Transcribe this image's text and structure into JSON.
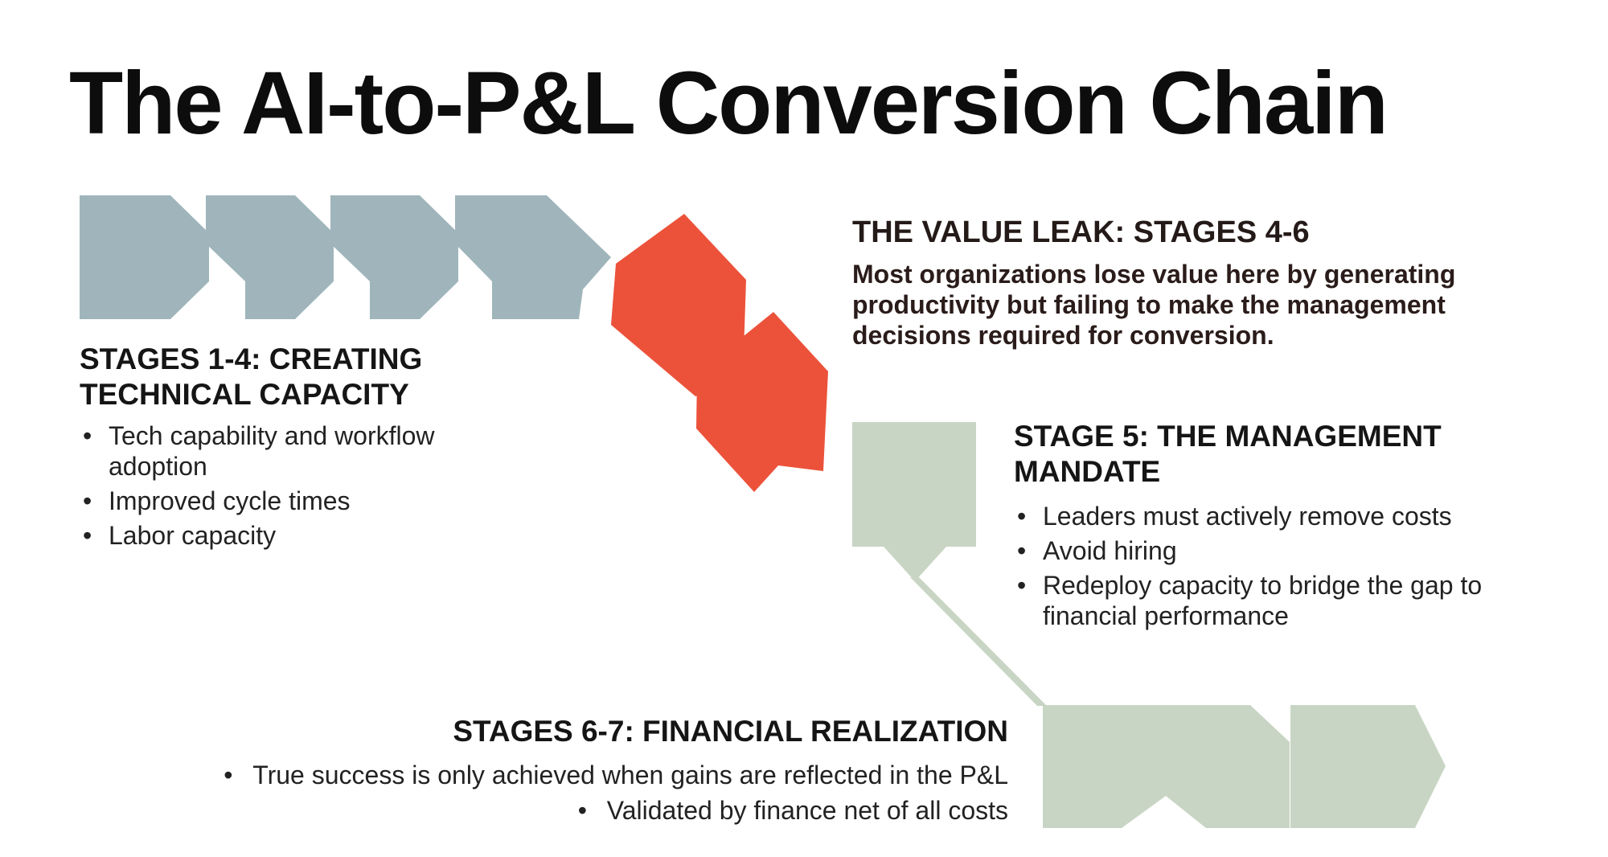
{
  "title": "The AI-to-P&L Conversion Chain",
  "colors": {
    "capacity_shapes": "#9fb5bb",
    "value_leak_shapes": "#ec523a",
    "management_shapes": "#c9d5c4",
    "text": "#111111"
  },
  "stages_1_4": {
    "heading": "STAGES 1-4: CREATING TECHNICAL CAPACITY",
    "bullets": [
      "Tech capability and workflow adoption",
      "Improved cycle times",
      "Labor capacity"
    ]
  },
  "value_leak": {
    "heading": "THE VALUE LEAK: STAGES 4-6",
    "body": "Most organizations lose value here by generating productivity but failing to make the management decisions required for conversion."
  },
  "stage_5": {
    "heading": "STAGE 5: THE MANAGEMENT MANDATE",
    "bullets": [
      "Leaders must actively remove costs",
      "Avoid hiring",
      "Redeploy capacity to bridge the gap to financial performance"
    ]
  },
  "stages_6_7": {
    "heading": "STAGES 6-7: FINANCIAL REALIZATION",
    "bullets": [
      "True success is only achieved when gains are reflected in the P&L",
      "Validated by finance net of all costs"
    ]
  }
}
